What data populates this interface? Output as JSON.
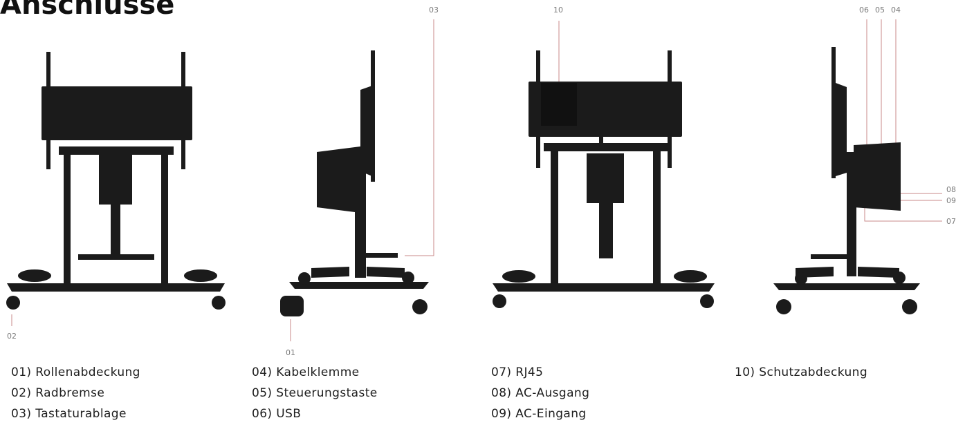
{
  "title": "Anschlüsse",
  "callouts": [
    "01",
    "02",
    "03",
    "04",
    "05",
    "06",
    "07",
    "08",
    "09",
    "10"
  ],
  "legend": [
    [
      "01) Rollenabdeckung",
      "02) Radbremse",
      "03) Tastaturablage"
    ],
    [
      "04) Kabelklemme",
      "05) Steuerungstaste",
      "06) USB"
    ],
    [
      "07) RJ45",
      "08) AC-Ausgang",
      "09) AC-Eingang"
    ],
    [
      "10) Schutzabdeckung"
    ]
  ],
  "colors": {
    "leader": "#c98a8a",
    "product": "#1b1b1b"
  }
}
